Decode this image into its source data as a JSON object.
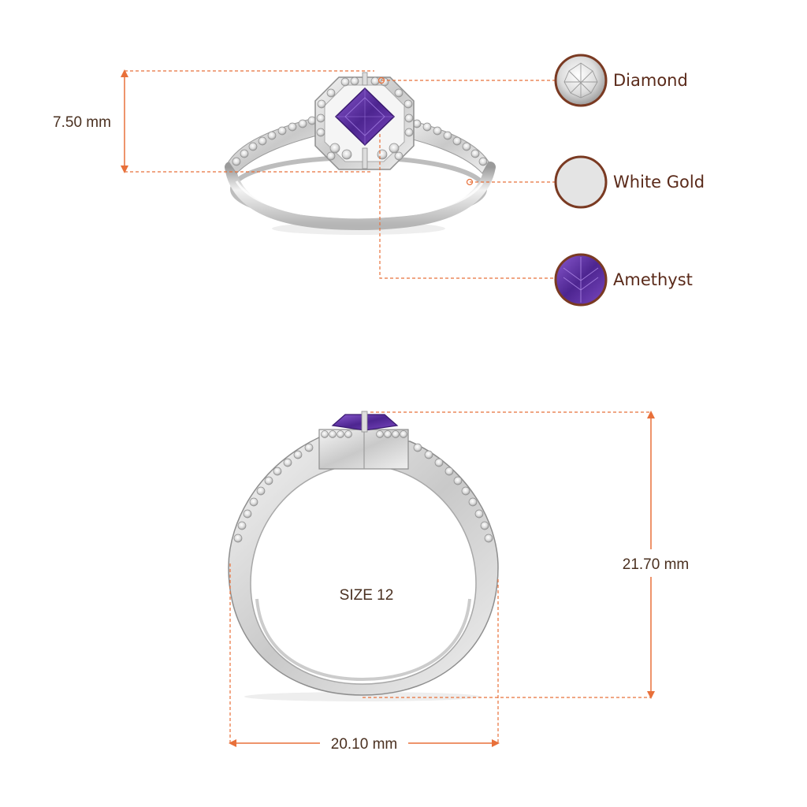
{
  "dimensions": {
    "height_top": "7.50 mm",
    "height_side": "21.70 mm",
    "width_side": "20.10 mm"
  },
  "size_label": "SIZE 12",
  "materials": [
    {
      "label": "Diamond",
      "icon": "diamond-swatch-icon",
      "color": "#e6e6e6"
    },
    {
      "label": "White Gold",
      "icon": "white-gold-swatch-icon",
      "color": "#e4e4e4"
    },
    {
      "label": "Amethyst",
      "icon": "amethyst-swatch-icon",
      "color": "#5b2fa0"
    }
  ],
  "colors": {
    "accent_line": "#e8703a",
    "swatch_ring": "#7a3a22",
    "text": "#5a2a1a",
    "metal": "#d8d8d8",
    "amethyst": "#5b2fa0"
  }
}
